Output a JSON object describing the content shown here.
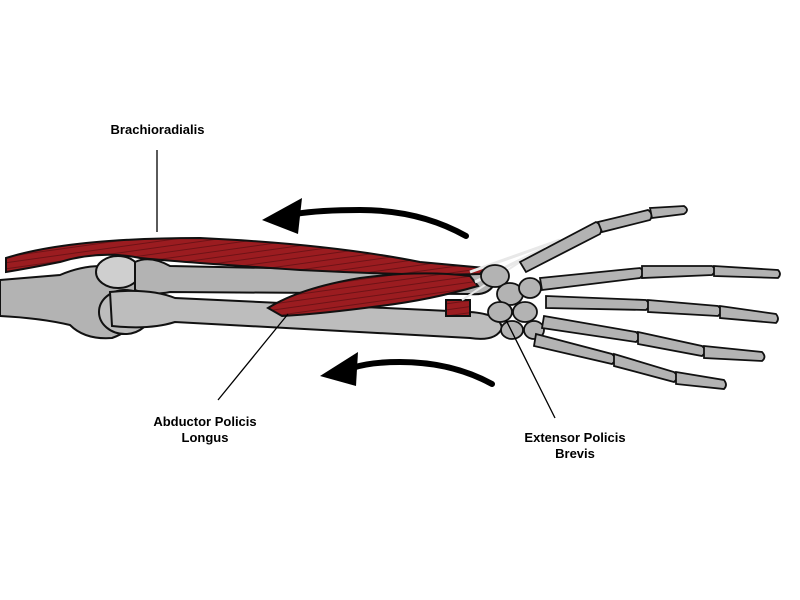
{
  "labels": {
    "brachioradialis": "Brachioradialis",
    "abductor_line1": "Abductor Policis",
    "abductor_line2": "Longus",
    "extensor_line1": "Extensor Policis",
    "extensor_line2": "Brevis"
  },
  "colors": {
    "muscle": "#9b1c20",
    "muscle_dark": "#6e1216",
    "bone": "#b3b3b3",
    "bone_light": "#cfcfcf",
    "outline": "#111111",
    "tendon": "#e8e8e8",
    "arrow": "#000000"
  },
  "icons": {
    "upper_arrow": "arrow-left-icon",
    "lower_arrow": "arrow-left-icon"
  }
}
